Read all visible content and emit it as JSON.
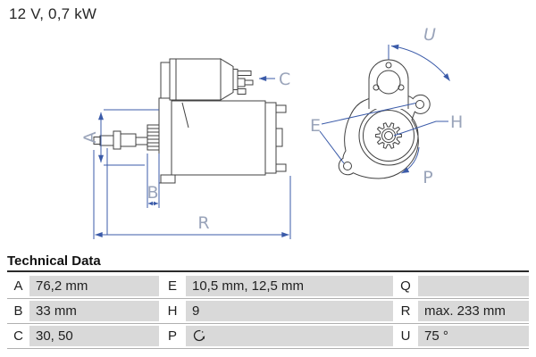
{
  "title": "12 V, 0,7 kW",
  "diagram": {
    "description": "starter-motor-technical-drawing",
    "labels": {
      "a": "A",
      "b": "B",
      "c": "C",
      "r": "R",
      "e": "E",
      "h": "H",
      "p": "P",
      "u": "U"
    },
    "colors": {
      "outline": "#404040",
      "dimension_line": "#3b5ba9",
      "dimension_label": "#9aa4ba"
    }
  },
  "table": {
    "heading": "Technical Data",
    "row_background": "#d9d9d9",
    "rows": [
      {
        "c1l": "A",
        "c1v": "76,2 mm",
        "c2l": "E",
        "c2v": "10,5 mm, 12,5 mm",
        "c3l": "Q",
        "c3v": ""
      },
      {
        "c1l": "B",
        "c1v": "33 mm",
        "c2l": "H",
        "c2v": "9",
        "c3l": "R",
        "c3v": "max. 233 mm"
      },
      {
        "c1l": "C",
        "c1v": "30, 50",
        "c2l": "P",
        "c2v": "",
        "c2icon": "clockwise-rotation-icon",
        "c3l": "U",
        "c3v": "75 °"
      }
    ]
  }
}
